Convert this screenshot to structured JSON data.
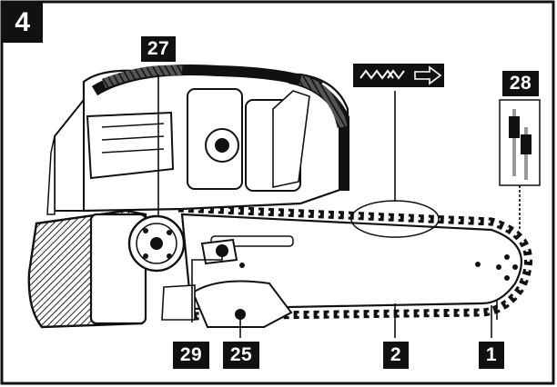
{
  "figure_number": "4",
  "callouts": {
    "c27": "27",
    "c28": "28",
    "c29": "29",
    "c25": "25",
    "c2": "2",
    "c1": "1"
  },
  "colors": {
    "ink": "#111111",
    "paper": "#ffffff",
    "badge_text": "#ffffff"
  }
}
